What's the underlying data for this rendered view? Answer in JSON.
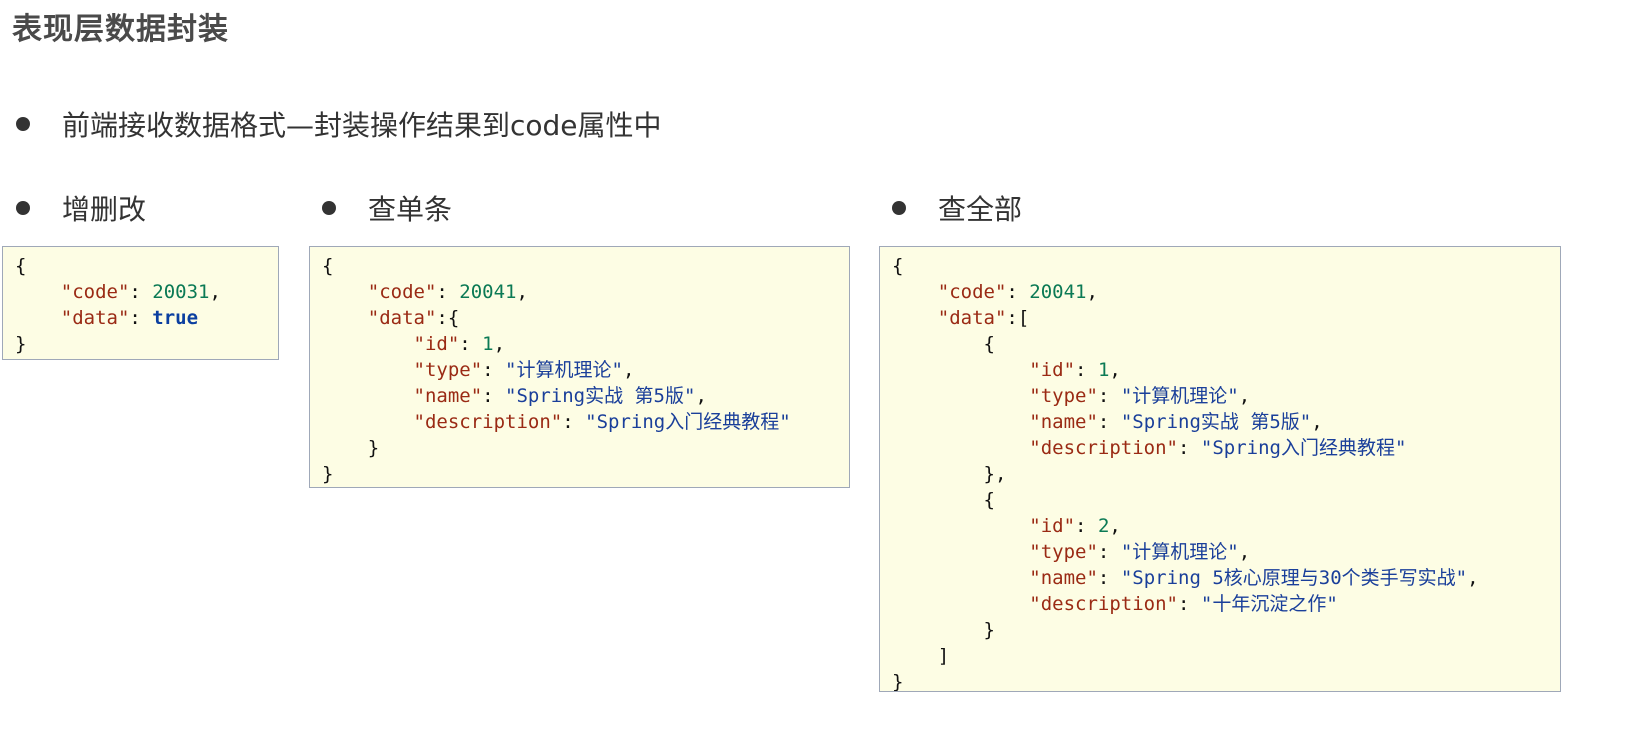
{
  "title": "表现层数据封装",
  "intro_bullet": "前端接收数据格式—封装操作结果到code属性中",
  "sections": {
    "update": {
      "label": "增删改",
      "code": 20031,
      "data_value": "true"
    },
    "single": {
      "label": "查单条",
      "code": 20041,
      "item": {
        "id": 1,
        "type": "\"计算机理论\"",
        "name": "\"Spring实战 第5版\"",
        "description": "\"Spring入门经典教程\""
      }
    },
    "all": {
      "label": "查全部",
      "code": 20041,
      "items": [
        {
          "id": 1,
          "type": "\"计算机理论\"",
          "name": "\"Spring实战 第5版\"",
          "description": "\"Spring入门经典教程\""
        },
        {
          "id": 2,
          "type": "\"计算机理论\"",
          "name": "\"Spring 5核心原理与30个类手写实战\"",
          "description": "\"十年沉淀之作\""
        }
      ]
    }
  },
  "json_keys": {
    "code": "\"code\"",
    "data": "\"data\"",
    "id": "\"id\"",
    "type": "\"type\"",
    "name": "\"name\"",
    "description": "\"description\""
  },
  "colors": {
    "box_background": "#fdfde4",
    "box_border": "#9fa8b8",
    "key": "#9a2a14",
    "number": "#0b7a55",
    "string": "#1a3f9a",
    "boolean": "#0b3fa0"
  }
}
